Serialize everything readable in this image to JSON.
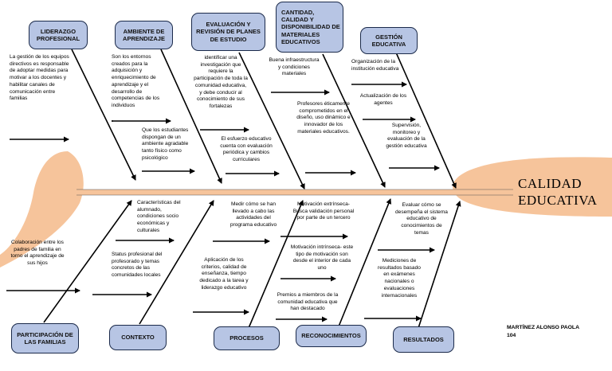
{
  "head": {
    "line1": "CALIDAD",
    "line2": "EDUCATIVA"
  },
  "author": {
    "name": "MARTÍNEZ ALONSO PAOLA",
    "group": "104"
  },
  "categories": {
    "liderazgo": "LIDERAZGO PROFESIONAL",
    "ambiente": "AMBIENTE DE APRENDIZAJE",
    "evaluacion": "EVALUACIÓN Y REVISIÓN DE PLANES DE ESTUDIO",
    "cantidad": "CANTIDAD, CALIDAD Y DISPONIBILIDAD DE MATERIALES EDUCATIVOS",
    "gestion": "GESTIÓN EDUCATIVA",
    "participacion": "PARTICIPACIÓN DE LAS FAMILIAS",
    "contexto": "CONTEXTO",
    "procesos": "PROCESOS",
    "reconocimientos": "RECONOCIMIENTOS",
    "resultados": "RESULTADOS"
  },
  "notes": {
    "liderazgo_1": "La gestión de los equipos directivos es responsable de adoptar medidas para motivar a los docentes y habilitar canales de comunicación entre familias",
    "ambiente_1": "Son los entornos creados para la adquisición y enriquecimiento de aprendizaje y el desarrollo de competencias de los individuos",
    "ambiente_2": "Que los estudiantes dispongan de un ambiente agradable tanto físico como psicológico",
    "evaluacion_1": "identificar una investigación que requiere la participación de toda la comunidad educativa, y debe conducir al conocimiento de sus fortalezas",
    "evaluacion_2": "El esfuerzo educativo cuenta con evaluación periódica y cambios curriculares",
    "cantidad_1": "Buena infraestructura y condiciones materiales",
    "cantidad_2": "Profesores éticamente comprometidos en el diseño, uso dinámico e innovador de los materiales educativos.",
    "gestion_1": "Organización de la institución educativa",
    "gestion_2": "Actualización de los agentes",
    "gestion_3": "Supervisión, monitoreo y evaluación de la gestión educativa",
    "participacion_1": "Colaboración entre los padres de familia en torno el aprendizaje de sus hijos",
    "contexto_1": "Características del alumnado, condiciones socio económicas y culturales",
    "contexto_2": "Status profesional del profesorado y temas concretos de las comunidades locales",
    "procesos_1": "Medir cómo se han llevado a cabo las actividades del programa educativo",
    "procesos_2": "Aplicación de los criterios, calidad de enseñanza, tiempo dedicado a la tarea y liderazgo educativo",
    "reconocimientos_1": "Motivación extrínseca- Busca validación personal por parte de un tercero",
    "reconocimientos_2": "Motivación intrínseca- este tipo de motivación son desde el interior de cada uno",
    "reconocimientos_3": "Premios a miembros de la comunidad educativa que han destacado",
    "resultados_1": "Evaluar cómo se desempeña el sistema educativo de conocimientos de temas",
    "resultados_2": "Mediciones de resultados basado en exámenes nacionales o evaluaciones internacionales"
  },
  "colors": {
    "box_fill": "#b7c5e4",
    "box_border": "#1b2a4a",
    "head_fill": "#f6c49b",
    "spine": "#f6c49b"
  }
}
